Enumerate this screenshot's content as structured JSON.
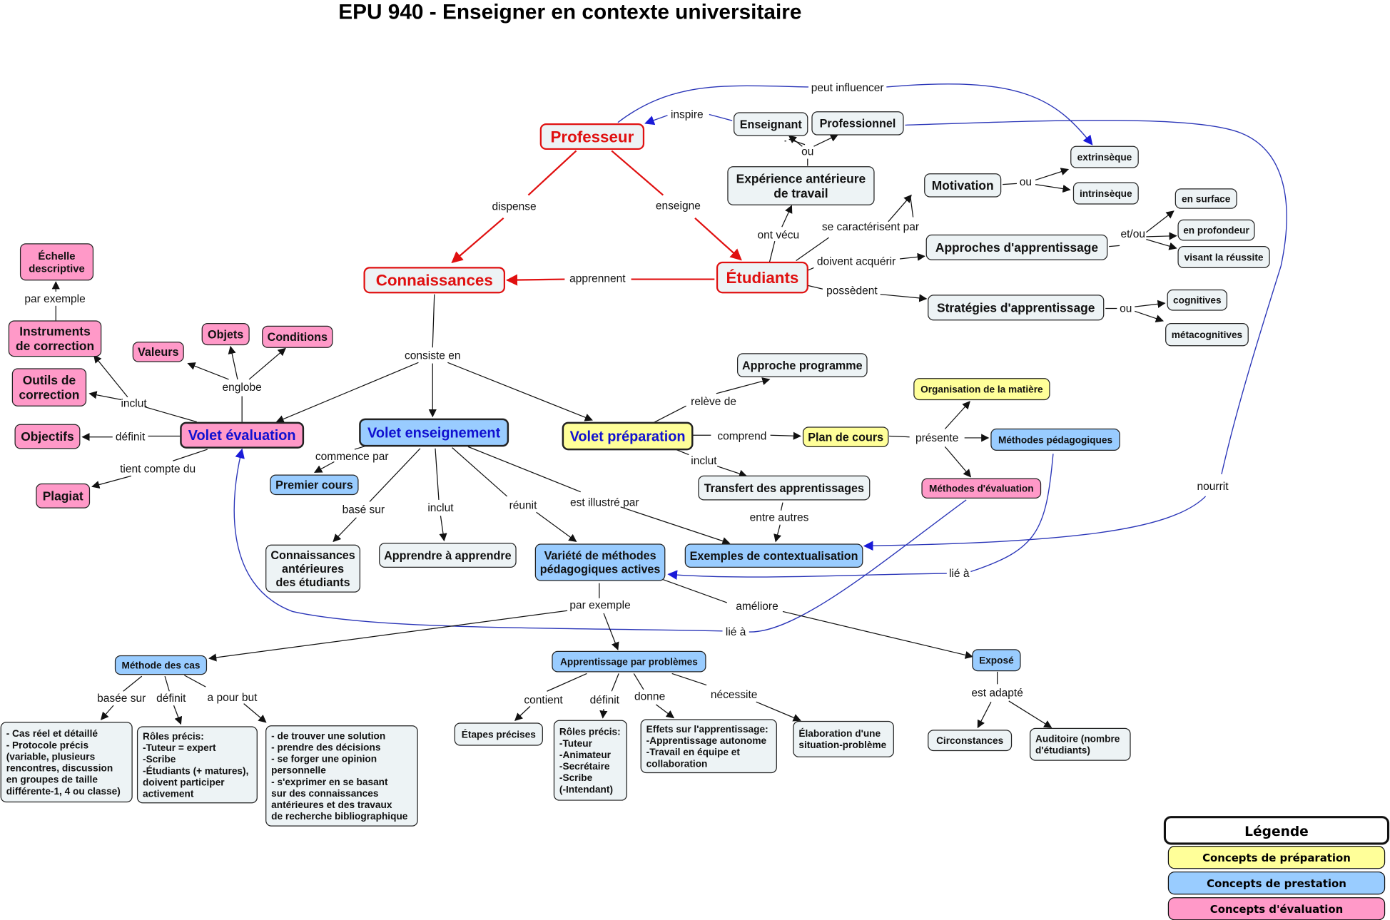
{
  "title": "EPU 940 - Enseigner en contexte universitaire",
  "colors": {
    "default_fill": "#edf3f5",
    "preparation": "#ffff99",
    "prestation": "#99ccff",
    "evaluation": "#ff99c8",
    "main_text": "#e01010",
    "volet_text": "#1010d0",
    "cross_link": "#2b36b8"
  },
  "nodes": {
    "professeur": [
      "Professeur"
    ],
    "connaissances": [
      "Connaissances"
    ],
    "etudiants": [
      "Étudiants"
    ],
    "enseignant": [
      "Enseignant"
    ],
    "professionnel": [
      "Professionnel"
    ],
    "experience": [
      "Expérience antérieure",
      "de travail"
    ],
    "motivation": [
      "Motivation"
    ],
    "extrinseque": [
      "extrinsèque"
    ],
    "intrinseque": [
      "intrinsèque"
    ],
    "approches": [
      "Approches d'apprentissage"
    ],
    "en_surface": [
      "en surface"
    ],
    "en_profondeur": [
      "en profondeur"
    ],
    "visant_reussite": [
      "visant la réussite"
    ],
    "strategies": [
      "Stratégies d'apprentissage"
    ],
    "cognitives": [
      "cognitives"
    ],
    "metacognitives": [
      "métacognitives"
    ],
    "echelle": [
      "Échelle",
      "descriptive"
    ],
    "instruments": [
      "Instruments",
      "de correction"
    ],
    "outils": [
      "Outils de",
      "correction"
    ],
    "valeurs": [
      "Valeurs"
    ],
    "objets": [
      "Objets"
    ],
    "conditions": [
      "Conditions"
    ],
    "objectifs": [
      "Objectifs"
    ],
    "plagiat": [
      "Plagiat"
    ],
    "volet_evaluation": [
      "Volet évaluation"
    ],
    "volet_enseignement": [
      "Volet enseignement"
    ],
    "volet_preparation": [
      "Volet préparation"
    ],
    "premier_cours": [
      "Premier cours"
    ],
    "approche_programme": [
      "Approche programme"
    ],
    "plan_de_cours": [
      "Plan de cours"
    ],
    "organisation": [
      "Organisation de la matière"
    ],
    "methodes_pedago": [
      "Méthodes pédagogiques"
    ],
    "methodes_eval": [
      "Méthodes d'évaluation"
    ],
    "transfert": [
      "Transfert des apprentissages"
    ],
    "connaissances_ant": [
      "Connaissances",
      "antérieures",
      "des étudiants"
    ],
    "apprendre": [
      "Apprendre à apprendre"
    ],
    "variete": [
      "Variété de méthodes",
      "pédagogiques actives"
    ],
    "exemples": [
      "Exemples de contextualisation"
    ],
    "methode_cas": [
      "Méthode des cas"
    ],
    "app_problemes": [
      "Apprentissage par problèmes"
    ],
    "expose": [
      "Exposé"
    ],
    "cas_detail": [
      "- Cas réel et détaillé",
      "- Protocole précis",
      "(variable, plusieurs",
      "rencontres, discussion",
      "en groupes de taille",
      " différente-1, 4 ou classe)"
    ],
    "roles_cas": [
      "Rôles précis:",
      "-Tuteur = expert",
      "-Scribe",
      "-Étudiants (+ matures),",
      "doivent participer",
      "activement"
    ],
    "but_cas": [
      "- de trouver une solution",
      "- prendre des décisions",
      "- se forger une opinion",
      "personnelle",
      "- s'exprimer en se basant",
      "sur des connaissances",
      "antérieures et des travaux",
      "de recherche bibliographique"
    ],
    "etapes": [
      "Étapes précises"
    ],
    "roles_app": [
      "Rôles précis:",
      "-Tuteur",
      "-Animateur",
      "-Secrétaire",
      "-Scribe",
      "(-Intendant)"
    ],
    "effets": [
      "Effets sur l'apprentissage:",
      "-Apprentissage autonome",
      "-Travail en équipe et",
      "collaboration"
    ],
    "elaboration": [
      "Élaboration d'une",
      "situation-problème"
    ],
    "circonstances": [
      "Circonstances"
    ],
    "auditoire": [
      "Auditoire (nombre",
      "d'étudiants)"
    ]
  },
  "link_labels": {
    "dispense": "dispense",
    "enseigne": "enseigne",
    "apprennent": "apprennent",
    "inspire": "inspire",
    "peut_influencer": "peut influencer",
    "ou_exp": "ou",
    "ont_vecu": "ont vécu",
    "se_caracterisent": "se caractérisent par",
    "ou_motiv": "ou",
    "doivent_acquerir": "doivent acquérir",
    "et_ou": "et/ou",
    "possedent": "possèdent",
    "ou_strat": "ou",
    "consiste_en": "consiste en",
    "par_exemple_ech": "par exemple",
    "englobe": "englobe",
    "inclut_eval": "inclut",
    "definit_eval": "définit",
    "tient_compte": "tient compte du",
    "commence_par": "commence par",
    "base_sur": "basé sur",
    "inclut_ens": "inclut",
    "reunit": "réunit",
    "est_illustre": "est illustré par",
    "releve_de": "relève de",
    "comprend": "comprend",
    "inclut_prep": "inclut",
    "presente": "présente",
    "entre_autres": "entre autres",
    "nourrit": "nourrit",
    "lie_a_1": "lié à",
    "lie_a_2": "lié à",
    "par_exemple_var": "par exemple",
    "ameliore": "améliore",
    "basee_sur": "basée sur",
    "definit_cas": "définit",
    "a_pour_but": "a pour but",
    "contient": "contient",
    "definit_app": "définit",
    "donne": "donne",
    "necessite": "nécessite",
    "est_adapte": "est adapté"
  },
  "legend": {
    "title": "Légende",
    "items": [
      {
        "label": "Concepts de préparation",
        "category": "preparation"
      },
      {
        "label": "Concepts de prestation",
        "category": "prestation"
      },
      {
        "label": "Concepts d'évaluation",
        "category": "evaluation"
      }
    ]
  }
}
